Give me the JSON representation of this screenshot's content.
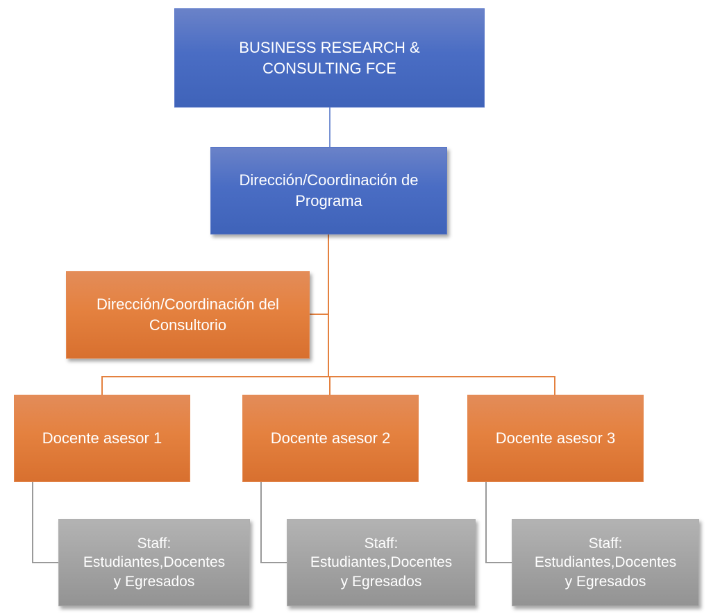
{
  "diagram": {
    "type": "org-chart",
    "colors": {
      "blue": "#4a6dc4",
      "orange": "#e4813f",
      "gray": "#a3a3a3",
      "connector_blue": "#4a6dc4",
      "connector_orange": "#e4813f",
      "connector_gray": "#9a9a9a"
    },
    "root": {
      "lines": [
        "BUSINESS RESEARCH &",
        "CONSULTING FCE"
      ]
    },
    "program_direction": {
      "lines": [
        "Dirección/Coordinación de",
        "Programa"
      ]
    },
    "consultory_direction": {
      "lines": [
        "Dirección/Coordinación del",
        "Consultorio"
      ]
    },
    "advisors": [
      {
        "label": "Docente asesor 1",
        "staff": [
          "Staff:",
          "Estudiantes,Docentes",
          "y Egresados"
        ]
      },
      {
        "label": "Docente asesor 2",
        "staff": [
          "Staff:",
          "Estudiantes,Docentes",
          "y Egresados"
        ]
      },
      {
        "label": "Docente asesor 3",
        "staff": [
          "Staff:",
          "Estudiantes,Docentes",
          "y Egresados"
        ]
      }
    ]
  }
}
